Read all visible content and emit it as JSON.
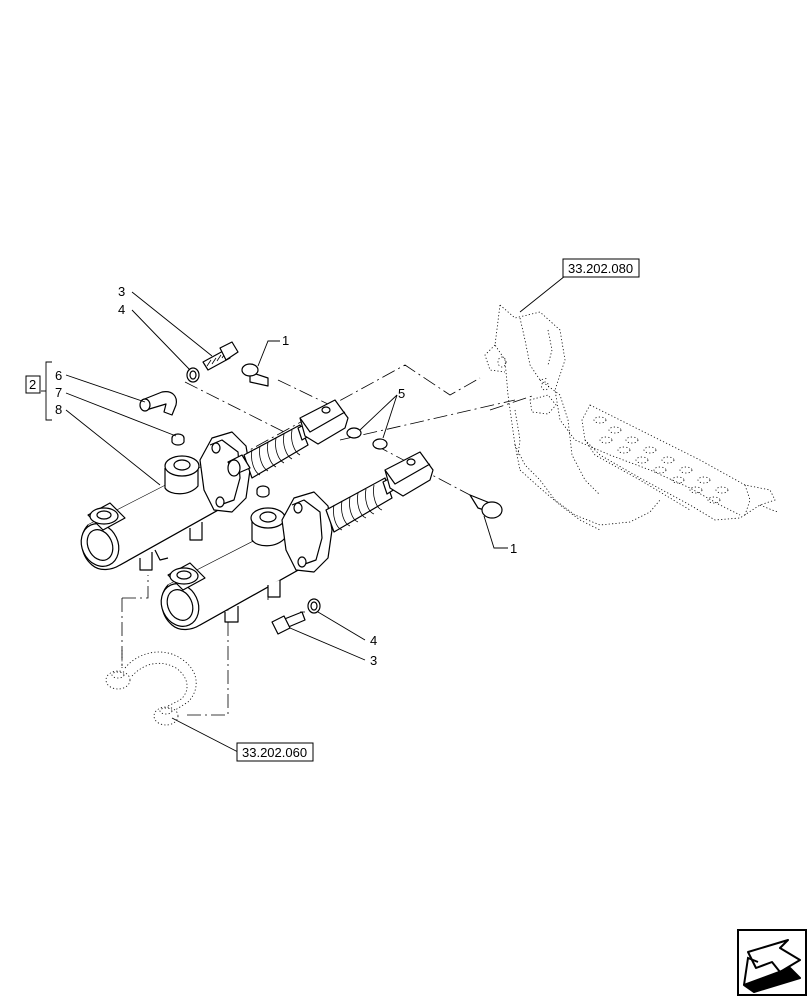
{
  "callouts": {
    "c1a": "1",
    "c1b": "1",
    "c2": "2",
    "c3a": "3",
    "c3b": "3",
    "c4a": "4",
    "c4b": "4",
    "c5": "5",
    "c6": "6",
    "c7": "7",
    "c8": "8"
  },
  "references": {
    "pedal": "33.202.080",
    "line": "33.202.060"
  },
  "nav_icon": "navigation-arrow-icon"
}
